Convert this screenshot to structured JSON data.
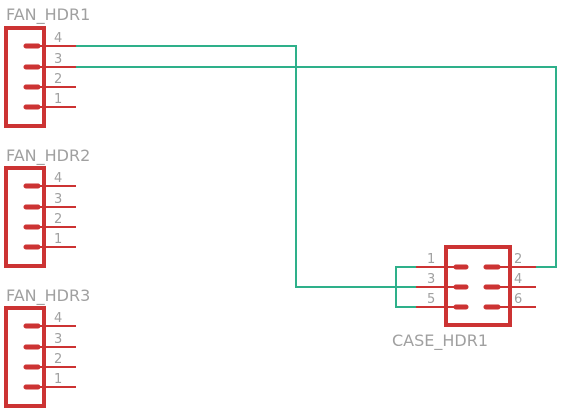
{
  "colors": {
    "component": "#cc3333",
    "wire": "#2eb08a",
    "label": "#a0a0a0",
    "background": "#ffffff"
  },
  "components": [
    {
      "ref": "FAN_HDR1",
      "pins": [
        "4",
        "3",
        "2",
        "1"
      ]
    },
    {
      "ref": "FAN_HDR2",
      "pins": [
        "4",
        "3",
        "2",
        "1"
      ]
    },
    {
      "ref": "FAN_HDR3",
      "pins": [
        "4",
        "3",
        "2",
        "1"
      ]
    },
    {
      "ref": "CASE_HDR1",
      "left_pins": [
        "1",
        "3",
        "5"
      ],
      "right_pins": [
        "2",
        "4",
        "6"
      ]
    }
  ],
  "nets": [
    {
      "from": "FAN_HDR1.4",
      "to": "CASE_HDR1.3"
    },
    {
      "from": "FAN_HDR1.3",
      "to": "CASE_HDR1.2"
    },
    {
      "from": "CASE_HDR1.1",
      "to": "CASE_HDR1.5"
    }
  ]
}
